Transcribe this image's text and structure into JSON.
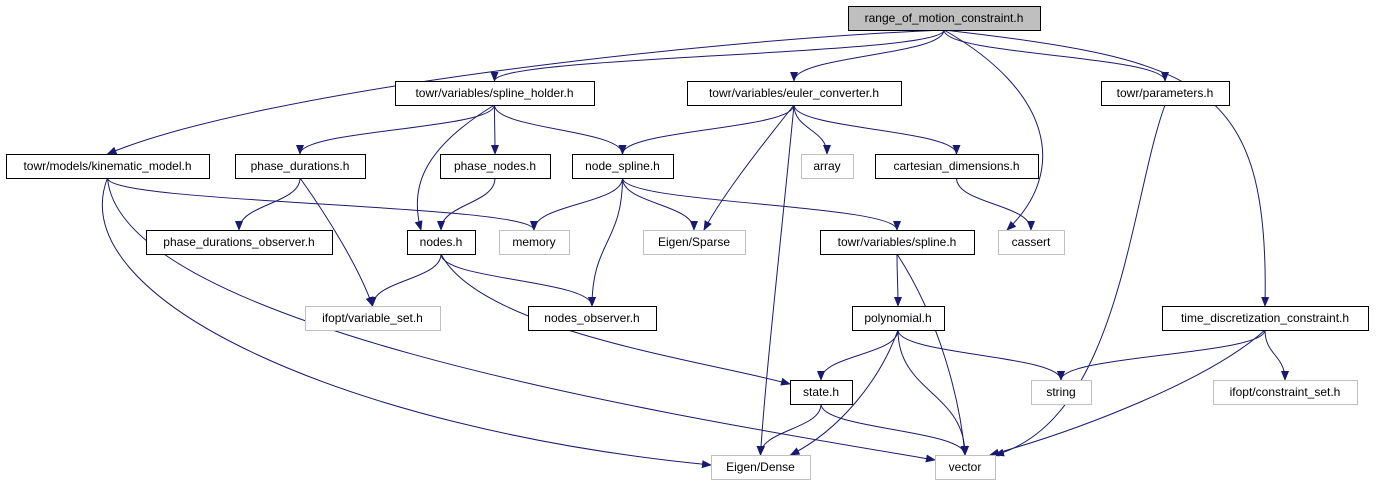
{
  "colors": {
    "edge": "#191970",
    "root_fill": "#bfbfbf",
    "root_border": "#000000",
    "internal_border": "#000000",
    "external_border": "#bfbfbf",
    "node_fill": "#ffffff"
  },
  "nodes": {
    "root": {
      "label": "range_of_motion_constraint.h",
      "kind": "root"
    },
    "spline_holder": {
      "label": "towr/variables/spline_holder.h",
      "kind": "internal"
    },
    "euler_converter": {
      "label": "towr/variables/euler_converter.h",
      "kind": "internal"
    },
    "parameters": {
      "label": "towr/parameters.h",
      "kind": "internal"
    },
    "kinematic_model": {
      "label": "towr/models/kinematic_model.h",
      "kind": "internal"
    },
    "phase_durations": {
      "label": "phase_durations.h",
      "kind": "internal"
    },
    "phase_nodes": {
      "label": "phase_nodes.h",
      "kind": "internal"
    },
    "node_spline": {
      "label": "node_spline.h",
      "kind": "internal"
    },
    "array": {
      "label": "array",
      "kind": "external"
    },
    "cartesian_dimensions": {
      "label": "cartesian_dimensions.h",
      "kind": "internal"
    },
    "phase_durations_observer": {
      "label": "phase_durations_observer.h",
      "kind": "internal"
    },
    "nodes": {
      "label": "nodes.h",
      "kind": "internal"
    },
    "memory": {
      "label": "memory",
      "kind": "external"
    },
    "eigen_sparse": {
      "label": "Eigen/Sparse",
      "kind": "external"
    },
    "spline": {
      "label": "towr/variables/spline.h",
      "kind": "internal"
    },
    "cassert": {
      "label": "cassert",
      "kind": "external"
    },
    "variable_set": {
      "label": "ifopt/variable_set.h",
      "kind": "external"
    },
    "nodes_observer": {
      "label": "nodes_observer.h",
      "kind": "internal"
    },
    "polynomial": {
      "label": "polynomial.h",
      "kind": "internal"
    },
    "time_discretization_constraint": {
      "label": "time_discretization_constraint.h",
      "kind": "internal"
    },
    "string": {
      "label": "string",
      "kind": "external"
    },
    "constraint_set": {
      "label": "ifopt/constraint_set.h",
      "kind": "external"
    },
    "state": {
      "label": "state.h",
      "kind": "internal"
    },
    "eigen_dense": {
      "label": "Eigen/Dense",
      "kind": "external"
    },
    "vector": {
      "label": "vector",
      "kind": "external"
    }
  },
  "edges": [
    [
      "root",
      "spline_holder"
    ],
    [
      "root",
      "euler_converter"
    ],
    [
      "root",
      "parameters"
    ],
    [
      "root",
      "kinematic_model"
    ],
    [
      "root",
      "spline"
    ],
    [
      "root",
      "time_discretization_constraint"
    ],
    [
      "spline_holder",
      "phase_durations"
    ],
    [
      "spline_holder",
      "phase_nodes"
    ],
    [
      "spline_holder",
      "node_spline"
    ],
    [
      "spline_holder",
      "nodes"
    ],
    [
      "euler_converter",
      "node_spline"
    ],
    [
      "euler_converter",
      "array"
    ],
    [
      "euler_converter",
      "cartesian_dimensions"
    ],
    [
      "euler_converter",
      "eigen_sparse"
    ],
    [
      "euler_converter",
      "eigen_dense"
    ],
    [
      "parameters",
      "vector"
    ],
    [
      "kinematic_model",
      "memory"
    ],
    [
      "kinematic_model",
      "eigen_dense"
    ],
    [
      "kinematic_model",
      "vector"
    ],
    [
      "phase_durations",
      "phase_durations_observer"
    ],
    [
      "phase_durations",
      "variable_set"
    ],
    [
      "phase_nodes",
      "nodes"
    ],
    [
      "node_spline",
      "memory"
    ],
    [
      "node_spline",
      "eigen_sparse"
    ],
    [
      "node_spline",
      "spline"
    ],
    [
      "node_spline",
      "nodes_observer"
    ],
    [
      "cartesian_dimensions",
      "cassert"
    ],
    [
      "nodes",
      "variable_set"
    ],
    [
      "nodes",
      "nodes_observer"
    ],
    [
      "nodes",
      "state"
    ],
    [
      "spline",
      "polynomial"
    ],
    [
      "spline",
      "vector"
    ],
    [
      "polynomial",
      "state"
    ],
    [
      "polynomial",
      "string"
    ],
    [
      "polynomial",
      "eigen_dense"
    ],
    [
      "polynomial",
      "vector"
    ],
    [
      "time_discretization_constraint",
      "string"
    ],
    [
      "time_discretization_constraint",
      "constraint_set"
    ],
    [
      "time_discretization_constraint",
      "vector"
    ],
    [
      "state",
      "eigen_dense"
    ],
    [
      "state",
      "vector"
    ]
  ]
}
